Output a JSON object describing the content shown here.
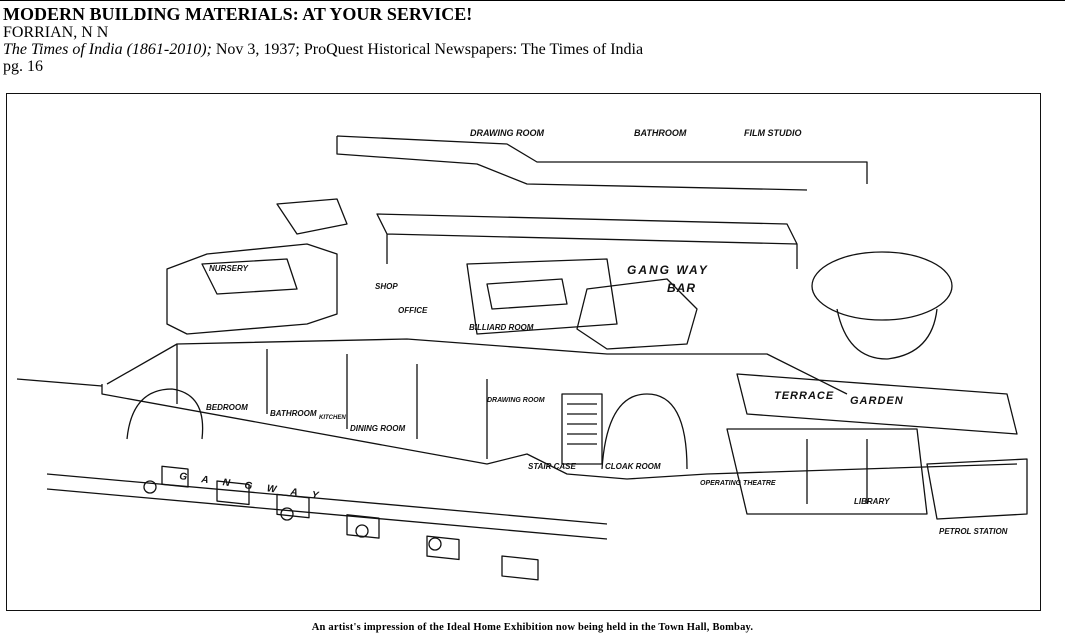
{
  "article": {
    "title": "MODERN BUILDING MATERIALS: AT YOUR SERVICE!",
    "author": "FORRIAN, N N",
    "source_italic": "The Times of India (1861-2010);",
    "source_rest": " Nov 3, 1937; ProQuest Historical Newspapers: The Times of India",
    "page": "pg. 16"
  },
  "illustration": {
    "labels": {
      "drawing_room_top": "DRAWING ROOM",
      "bathroom_top": "BATHROOM",
      "film_studio": "FILM STUDIO",
      "nursery": "NURSERY",
      "shop": "SHOP",
      "office": "OFFICE",
      "gang_way_top": "GANG  WAY",
      "bar": "BAR",
      "billiard_room": "BILLIARD ROOM",
      "bedroom": "BEDROOM",
      "bathroom_bottom": "BATHROOM",
      "kitchen": "KITCHEN",
      "dining_room": "DINING ROOM",
      "drawing_room_bottom": "DRAWING\nROOM",
      "stair_case": "STAIR CASE",
      "cloak_room": "CLOAK ROOM",
      "terrace": "TERRACE",
      "garden": "GARDEN",
      "operating_theatre": "OPERATING THEATRE",
      "library": "LIBRARY",
      "petrol_station": "PETROL STATION",
      "gang_way_bottom": "G A N G     W A Y"
    }
  },
  "caption": "An artist's  impression of the Ideal Home Exhibition now being held in the Town Hall, Bombay."
}
